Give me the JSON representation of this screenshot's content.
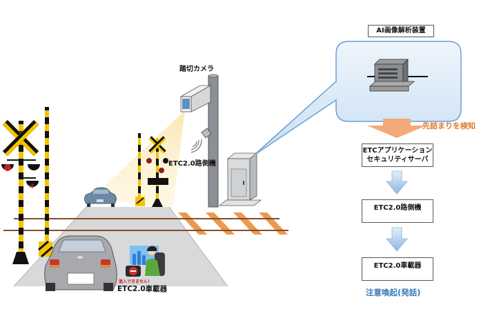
{
  "scene": {
    "crossing_camera_label": "踏切カメラ",
    "roadside_unit_label": "ETC2.0路側機",
    "onboard_unit_label": "ETC2.0車載器",
    "dashboard_warning_text": "進入できません！"
  },
  "ai_panel": {
    "title": "AI画像解析装置",
    "detect_label": "先詰まりを検知"
  },
  "flow": {
    "steps": [
      {
        "line1": "ETCアプリケーション",
        "line2": "セキュリティサーバ"
      },
      {
        "line1": "ETC2.0路側機",
        "line2": ""
      },
      {
        "line1": "ETC2.0車載器",
        "line2": ""
      }
    ],
    "result_label": "注意喚起(発話)"
  },
  "colors": {
    "bubble_fill": "#dbe9f7",
    "bubble_border": "#6a9fd4",
    "detect_text": "#e07b2e",
    "detect_arrow": "#f4a97a",
    "flow_arrow": "#a9c8ea",
    "result_text": "#3a78b5",
    "rail": "#e08a3c"
  }
}
